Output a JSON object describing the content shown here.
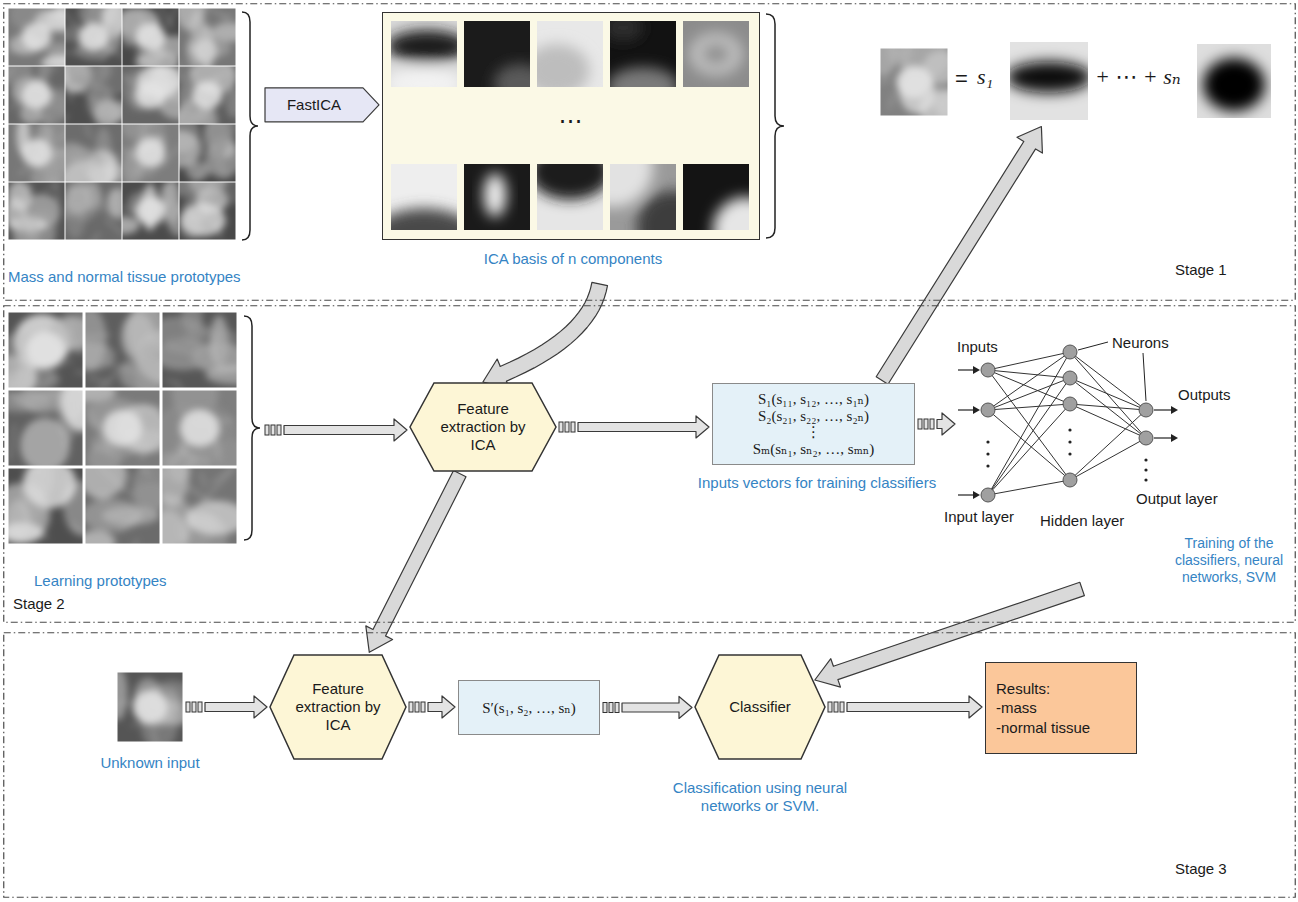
{
  "diagram": {
    "nodes": [
      {
        "text": [
          "Stage 1"
        ]
      },
      {
        "text": [
          "Mass and normal tissue prototypes"
        ],
        "in": 0
      },
      {
        "text": [
          "⋯",
          "ICA basis of n components"
        ],
        "in": 0
      },
      {
        "text": [
          "=",
          "s₁",
          "+ ⋯ + sₙ"
        ],
        "in": 0
      },
      {
        "text": [
          "Stage 2"
        ]
      },
      {
        "text": [
          "Learning prototypes"
        ],
        "in": 4
      },
      {
        "text": [
          "Feature extraction by ICA"
        ],
        "in": 4
      },
      {
        "text": [
          "S₁(s₁₁, s₁₂, …, s₁ₙ)",
          "S₂(s₂₁, s₂₂, …, s₂ₙ)",
          "⋮",
          "Sₘ(sₙ₁, sₙ₂, …, sₘₙ)",
          "Inputs vectors for training classifiers"
        ],
        "in": 4
      },
      {
        "text": [
          "Training of the classifiers, neural networks, SVM"
        ],
        "in": 4
      },
      {
        "text": [
          "Stage 3"
        ]
      },
      {
        "text": [
          "Unknown input"
        ],
        "in": 9
      },
      {
        "text": [
          "Feature extraction by ICA"
        ],
        "in": 9
      },
      {
        "text": [
          "S′(s₁, s₂, …, sₙ)"
        ],
        "in": 9
      },
      {
        "text": [
          "Classifier",
          "Classification using neural networks or SVM."
        ],
        "in": 9
      },
      {
        "text": [
          "Results:",
          "-mass",
          "-normal tissue"
        ],
        "in": 9
      }
    ],
    "edges": [
      {
        "from": 1,
        "to": 2,
        "label": "FastICA",
        "arrow": "to"
      },
      {
        "from": 2,
        "to": 6,
        "arrow": "to"
      },
      {
        "from": 5,
        "to": 6,
        "arrow": "to"
      },
      {
        "from": 6,
        "to": 7,
        "arrow": "to"
      },
      {
        "from": 7,
        "to": 8,
        "arrow": "to"
      },
      {
        "from": 7,
        "to": 3,
        "arrow": "to"
      },
      {
        "from": 6,
        "to": 11,
        "arrow": "to"
      },
      {
        "from": 8,
        "to": 13,
        "arrow": "to"
      },
      {
        "from": 10,
        "to": 11,
        "arrow": "to"
      },
      {
        "from": 11,
        "to": 12,
        "arrow": "to"
      },
      {
        "from": 12,
        "to": 13,
        "arrow": "to"
      },
      {
        "from": 13,
        "to": 14,
        "arrow": "to"
      }
    ],
    "labels": [
      "Inputs",
      "Neurons",
      "Outputs",
      "Input layer",
      "Hidden layer",
      "Output layer"
    ]
  }
}
